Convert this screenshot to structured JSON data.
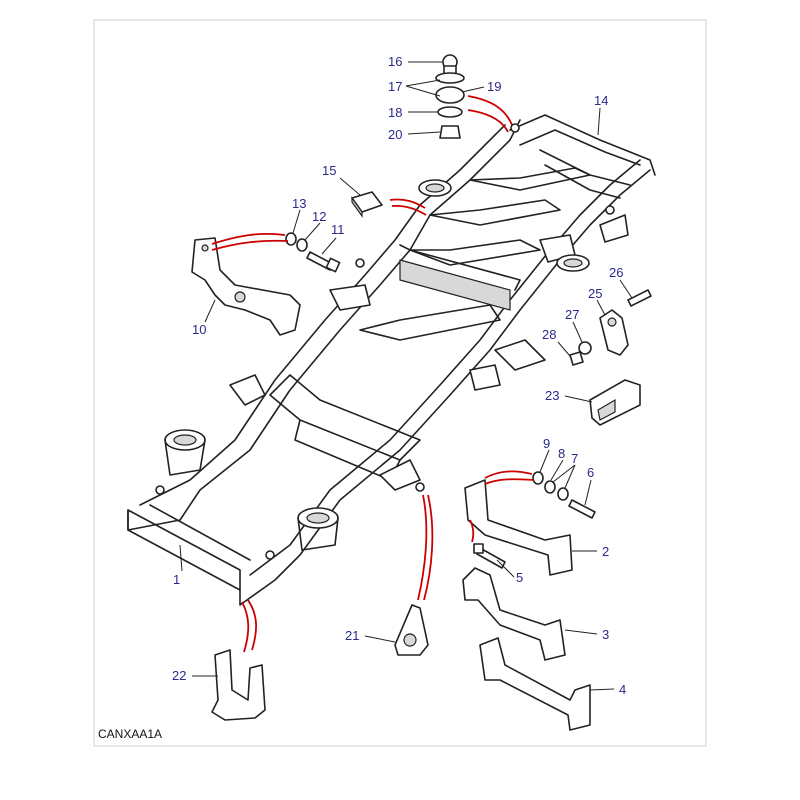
{
  "diagram": {
    "reference_code": "CANXAA1A",
    "callouts": {
      "c1": "1",
      "c2": "2",
      "c3": "3",
      "c4": "4",
      "c5": "5",
      "c6": "6",
      "c7": "7",
      "c8": "8",
      "c9": "9",
      "c10": "10",
      "c11": "11",
      "c12": "12",
      "c13": "13",
      "c14": "14",
      "c15": "15",
      "c16": "16",
      "c17": "17",
      "c18": "18",
      "c19": "19",
      "c20": "20",
      "c21": "21",
      "c22": "22",
      "c23": "23",
      "c25": "25",
      "c26": "26",
      "c27": "27",
      "c28": "28"
    },
    "colors": {
      "callout_text": "#2a2a8a",
      "line_art": "#222222",
      "attachment_lines": "#cc0000",
      "border": "#d0d0d0"
    }
  }
}
